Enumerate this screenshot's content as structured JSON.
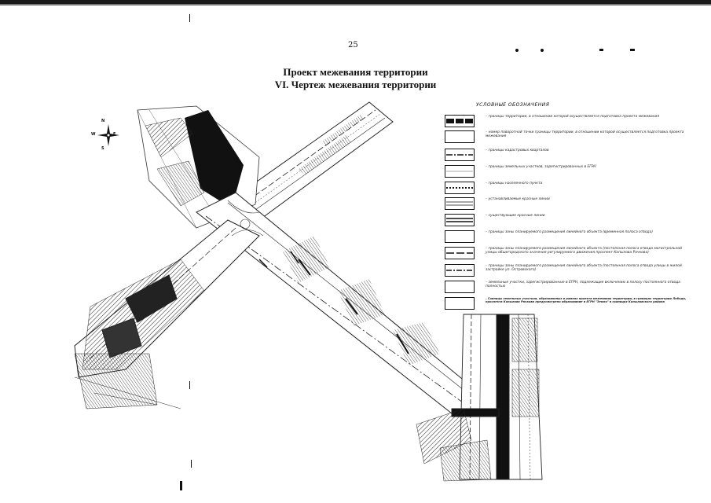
{
  "page_number": "25",
  "title_line1": "Проект межевания территории",
  "title_line2": "VI. Чертеж межевания территории",
  "compass": {
    "n": "N",
    "s": "S",
    "w": "W",
    "e": "E"
  },
  "legend": {
    "title": "УСЛОВНЫЕ ОБОЗНАЧЕНИЯ",
    "items": [
      {
        "symbol": "boundary-thick-dashed",
        "text": "– границы территории, в отношении которой осуществляется подготовка проекта межевания"
      },
      {
        "symbol": "point-number",
        "text": "– номер поворотной точки границы территории, в отношении которой осуществляется подготовка проекта межевания"
      },
      {
        "symbol": "dash-dot",
        "text": "– границы кадастровых кварталов"
      },
      {
        "symbol": "thin-line",
        "text": "– границы земельных участков, зарегистрированных в ЕГРН"
      },
      {
        "symbol": "dotted",
        "text": "– границы населенного пункта"
      },
      {
        "symbol": "double-line",
        "text": "– устанавливаемые красные линии"
      },
      {
        "symbol": "double-line-bold",
        "text": "– существующие красные линии"
      },
      {
        "symbol": "plain-box",
        "text": "– границы зоны планируемого размещения линейного объекта (временная полоса отвода)"
      },
      {
        "symbol": "long-dash",
        "text": "– границы зоны планируемого размещения линейного объекта (постоянная полоса отвода магистральной улицы общегородского значения регулируемого движения проспект Копылова Рачкова)"
      },
      {
        "symbol": "dash-dot-bold",
        "text": "– границы зоны планируемого размещения линейного объекта (постоянная полоса отвода улицы в жилой застройке ул. Островского)"
      },
      {
        "symbol": "plain-box",
        "text": "– земельные участки, зарегистрированные в ЕГРН, подлежащие включению в полосу постоянного отвода полностью"
      },
      {
        "symbol": "plain-box",
        "text": "– Границы земельных участков, образованных в рамках проекта межевания территории, в границах территории Лобода, проспекта Копылова Рачкова предусмотрено образование в ЕГРН \"Земля\" в границах Копыловского района"
      }
    ]
  }
}
